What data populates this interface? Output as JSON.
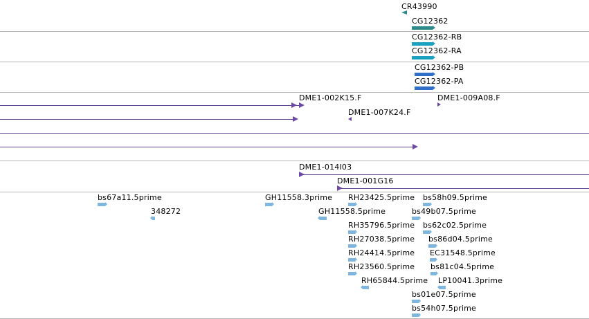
{
  "colors": {
    "gene_teal": "#2f8b8b",
    "transcript_cyan": "#1ca1c1",
    "protein_blue": "#2f6fc7",
    "clone_purple": "#6d4aa3",
    "est_blue": "#7fb6de",
    "divider": "#b4b4b4"
  },
  "tracks": {
    "noncoding": {
      "label": "CR43990"
    },
    "gene": {
      "label": "CG12362"
    },
    "transcripts": [
      {
        "label": "CG12362-RB"
      },
      {
        "label": "CG12362-RA"
      }
    ],
    "proteins": [
      {
        "label": "CG12362-PB"
      },
      {
        "label": "CG12362-PA"
      }
    ],
    "clones": [
      {
        "label": "DME1-002K15.F"
      },
      {
        "label": "DME1-009A08.F"
      },
      {
        "label": "DME1-007K24.F"
      }
    ],
    "bac_clones": [
      {
        "label": "DME1-014I03"
      },
      {
        "label": "DME1-001G16"
      }
    ],
    "ests": [
      {
        "label": "bs67a11.5prime"
      },
      {
        "label": "348272"
      },
      {
        "label": "GH11558.3prime"
      },
      {
        "label": "GH11558.5prime"
      },
      {
        "label": "RH23425.5prime"
      },
      {
        "label": "bs58h09.5prime"
      },
      {
        "label": "bs49b07.5prime"
      },
      {
        "label": "RH35796.5prime"
      },
      {
        "label": "bs62c02.5prime"
      },
      {
        "label": "RH27038.5prime"
      },
      {
        "label": "bs86d04.5prime"
      },
      {
        "label": "RH24414.5prime"
      },
      {
        "label": "EC31548.5prime"
      },
      {
        "label": "RH23560.5prime"
      },
      {
        "label": "bs81c04.5prime"
      },
      {
        "label": "RH65844.5prime"
      },
      {
        "label": "LP10041.3prime"
      },
      {
        "label": "bs01e07.5prime"
      },
      {
        "label": "bs54h07.5prime"
      }
    ]
  }
}
